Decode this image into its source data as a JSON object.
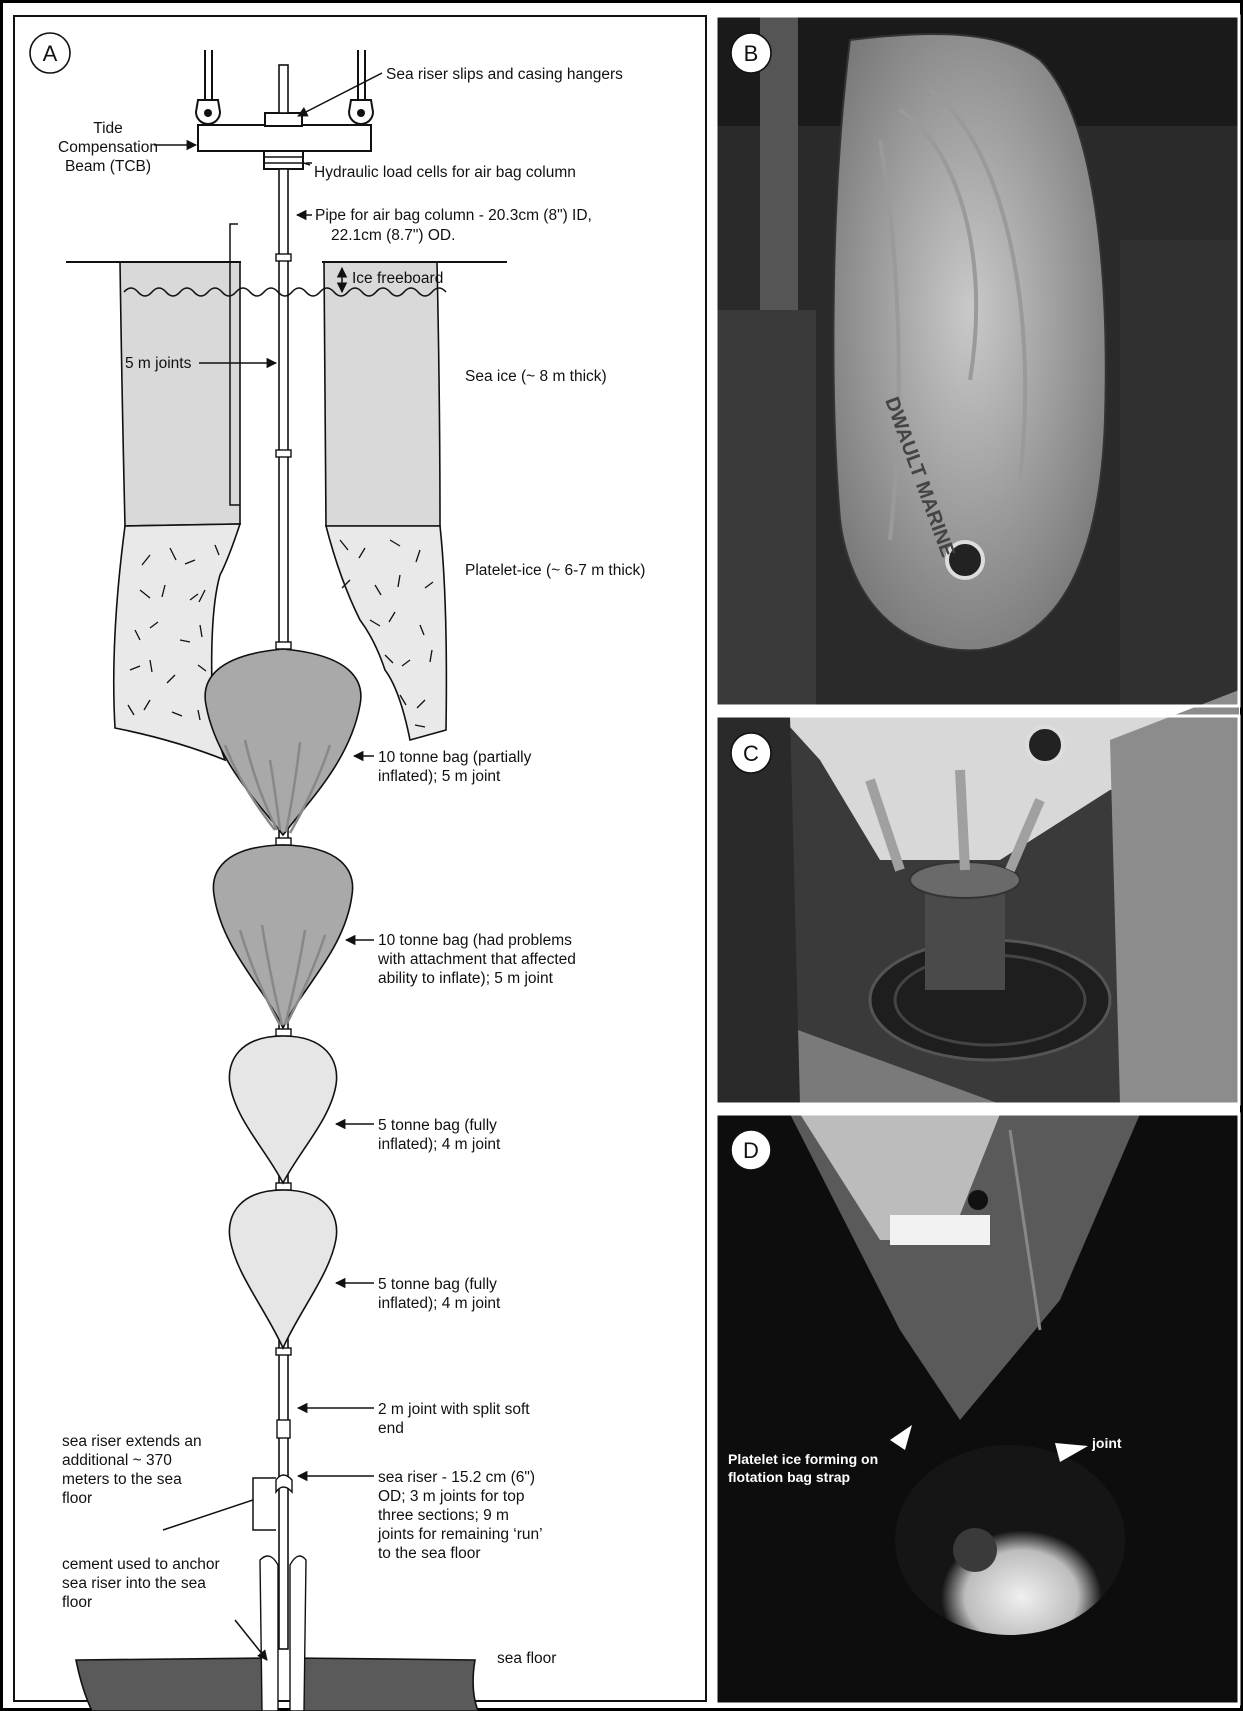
{
  "panels": {
    "a": "A",
    "b": "B",
    "c": "C",
    "d": "D"
  },
  "labels": {
    "slips": "Sea riser slips and casing hangers",
    "tcb_1": "Tide",
    "tcb_2": "Compensation",
    "tcb_3": "Beam (TCB)",
    "load_cells": "Hydraulic load cells for  air bag column",
    "pipe_1": "Pipe for air bag column - 20.3cm (8\") ID,",
    "pipe_2": "22.1cm (8.7\") OD.",
    "freeboard": "Ice freeboard",
    "joints_5m": "5 m joints",
    "sea_ice": "Sea ice (~ 8 m thick)",
    "platelet_ice": "Platelet-ice (~ 6-7 m thick)",
    "bag1_1": "10 tonne bag (partially",
    "bag1_2": "inflated); 5 m joint",
    "bag2_1": "10 tonne bag (had problems",
    "bag2_2": "with attachment that affected",
    "bag2_3": "ability to inflate); 5 m joint",
    "bag3_1": "5 tonne bag (fully",
    "bag3_2": "inflated); 4 m joint",
    "bag4_1": "5 tonne bag (fully",
    "bag4_2": "inflated); 4 m joint",
    "joint2m_1": "2 m joint with split soft",
    "joint2m_2": "end",
    "riser_ext_1": "sea riser extends an",
    "riser_ext_2": "additional ~ 370",
    "riser_ext_3": "meters to the sea",
    "riser_ext_4": "floor",
    "riser_1": "sea riser - 15.2 cm (6\")",
    "riser_2": "OD; 3 m joints for top",
    "riser_3": "three sections; 9 m",
    "riser_4": "joints for remaining ‘run’",
    "riser_5": "to the sea floor",
    "cement_1": "cement used to anchor",
    "cement_2": "sea riser into the sea",
    "cement_3": "floor",
    "sea_floor": "sea floor",
    "photo_b_text": "DWAULT MARINE",
    "platelet_photo_1": "Platelet ice forming on",
    "platelet_photo_2": "flotation bag strap",
    "joint_photo": "joint"
  },
  "colors": {
    "sea_ice": "#d9d9d9",
    "bag_dark": "#a9a9a9",
    "bag_light": "#e6e6e6",
    "sea_floor": "#5a5a5a"
  }
}
